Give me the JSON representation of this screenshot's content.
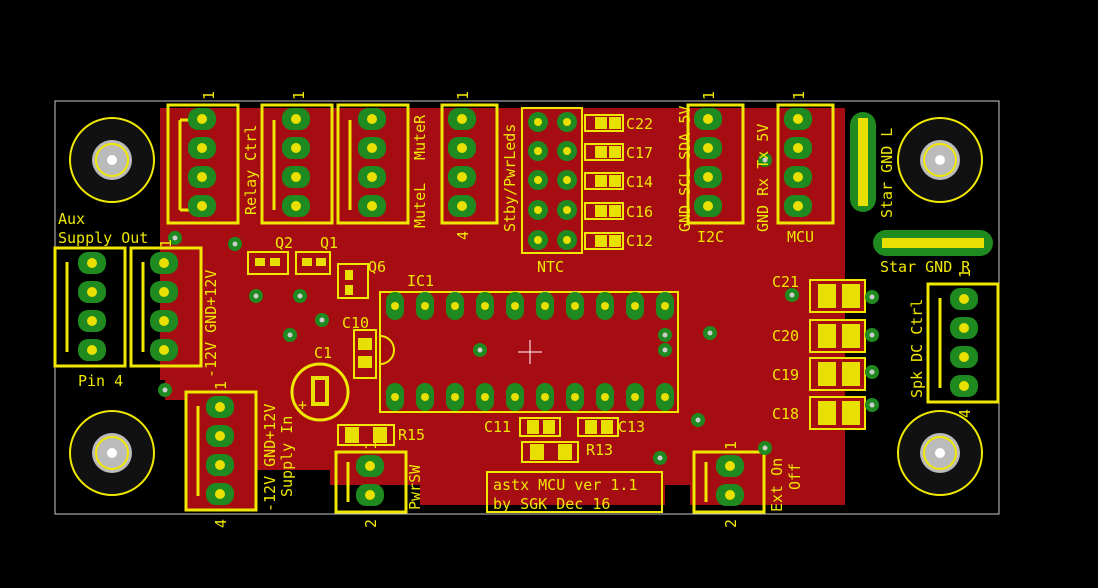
{
  "colors": {
    "background": "#000000",
    "copper": "#a50d13",
    "silkscreen": "#f0e800",
    "pad": "#1f8a1f",
    "pad_hole": "#e8e000",
    "outline": "#c8c8c8"
  },
  "connectors": {
    "relay": {
      "label": "Relay Ctrl",
      "pin": "1"
    },
    "mute_r": {
      "label": "MuteR",
      "pin": "1"
    },
    "mute_l": {
      "label": "MuteL",
      "pin": ""
    },
    "leds": {
      "label": "Stby/PwrLeds",
      "pin": "1",
      "pin_end": "4"
    },
    "i2c": {
      "label": "I2C",
      "pin": "1",
      "side": "GND SCL SDA 5V"
    },
    "mcu": {
      "label": "MCU",
      "pin": "1",
      "side": "GND Rx Tx 5V"
    },
    "ntc": {
      "label": "NTC"
    },
    "aux": {
      "title": "Aux",
      "subtitle": "Supply Out",
      "side": "-12V GND+12V",
      "pin1": "1",
      "pin4": "Pin 4"
    },
    "supply_in": {
      "side": "-12V GND+12V",
      "label": "Supply In",
      "pin1": "1",
      "pin4": "4"
    },
    "pwrsw": {
      "label": "PwrSW",
      "pin1": "1",
      "pin2": "2"
    },
    "ext": {
      "label": "Ext On",
      "label2": "Off",
      "pin1": "1",
      "pin2": "2"
    },
    "spk": {
      "label": "Spk DC Ctrl",
      "pin1": "1",
      "pin4": "4"
    }
  },
  "star": {
    "gnd_l": "Star GND L",
    "gnd_r": "Star GND R"
  },
  "components": {
    "c22": "C22",
    "c17": "C17",
    "c14": "C14",
    "c16": "C16",
    "c12": "C12",
    "c21": "C21",
    "c20": "C20",
    "c19": "C19",
    "c18": "C18",
    "c10": "C10",
    "c1": "C1",
    "c11": "C11",
    "c13": "C13",
    "r15": "R15",
    "r13": "R13",
    "q1": "Q1",
    "q2": "Q2",
    "q6": "Q6",
    "ic1": "IC1",
    "plus": "+"
  },
  "title_block": {
    "line1": "astx MCU ver 1.1",
    "line2": "by SGK Dec 16"
  }
}
